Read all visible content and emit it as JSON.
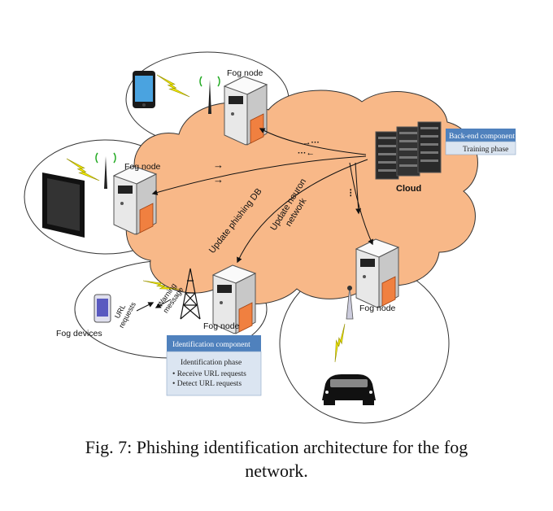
{
  "labels": {
    "fog_node_top": "Fog node",
    "fog_node_left": "Fog node",
    "fog_node_bottom": "Fog node",
    "fog_node_right": "Fog node",
    "cloud": "Cloud",
    "fog_devices": "Fog devices",
    "update_db": "Update phishing DB",
    "update_nn_line1": "Update neuron",
    "update_nn_line2": "network",
    "url_requests_line1": "URL",
    "url_requests_line2": "requests",
    "warning_line1": "Warning",
    "warning_line2": "message"
  },
  "backend_box": {
    "header": "Back-end component",
    "body": "Training phase"
  },
  "identification_box": {
    "header": "Identification component",
    "title": "Identification phase",
    "items": [
      "Receive URL requests",
      "Detect URL requests"
    ]
  },
  "caption": {
    "line1": "Fig. 7: Phishing identification architecture for the fog",
    "line2": "network."
  },
  "colors": {
    "cloud_fill": "#f8b888",
    "cloud_stroke": "#333333",
    "lightning": "#f2ea00",
    "box_header": "#4f81bd",
    "box_body": "#dbe5f1",
    "server_body": "#f0f0f0",
    "server_accent": "#f08040"
  }
}
